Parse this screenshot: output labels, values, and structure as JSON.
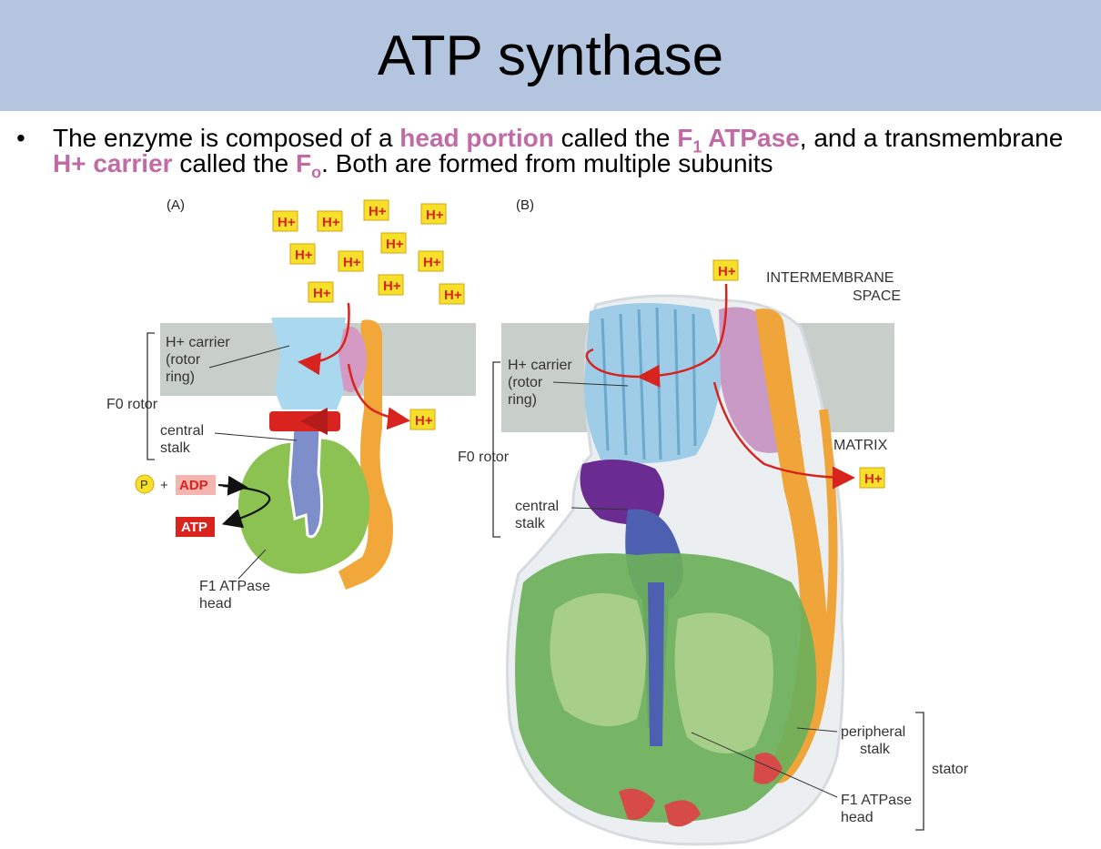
{
  "title": "ATP synthase",
  "bullet": {
    "t1": "The enzyme is composed of a ",
    "h1": "head portion",
    "t2": " called the ",
    "h2": "F",
    "h2sub": "1",
    "h2b": " ATPase",
    "t3": ", and a transmembrane ",
    "h3": "H+ carrier",
    "t4": " called the ",
    "h4": "F",
    "h4sub": "o",
    "t5": ". Both are formed from multiple subunits"
  },
  "panel_a": {
    "label": "(A)",
    "h_ion": "H+",
    "carrier_l1": "H+ carrier",
    "carrier_l2": "(rotor",
    "carrier_l3": "ring)",
    "fo_rotor": "F0 rotor",
    "stalk_l1": "central",
    "stalk_l2": "stalk",
    "p": "P",
    "plus": "+",
    "adp": "ADP",
    "atp": "ATP",
    "head_l1": "F1 ATPase",
    "head_l2": "head"
  },
  "panel_b": {
    "label": "(B)",
    "h_ion": "H+",
    "intermembrane_l1": "INTERMEMBRANE",
    "intermembrane_l2": "SPACE",
    "matrix": "MATRIX",
    "carrier_l1": "H+ carrier",
    "carrier_l2": "(rotor",
    "carrier_l3": "ring)",
    "fo_rotor": "F0 rotor",
    "stalk_l1": "central",
    "stalk_l2": "stalk",
    "peripheral_l1": "peripheral",
    "peripheral_l2": "stalk",
    "stator": "stator",
    "head_l1": "F1 ATPase",
    "head_l2": "head"
  },
  "colors": {
    "title_bg": "#b3c5df",
    "highlight": "#c16ba6",
    "membrane": "#c8ceca",
    "rotor_ring": "#a9d8ef",
    "head_green": "#8cc252",
    "stalk_blue": "#7d8ecb",
    "stator_orange": "#f2a73b",
    "arrow_red": "#d8231f",
    "h_box": "#f7e02a"
  }
}
